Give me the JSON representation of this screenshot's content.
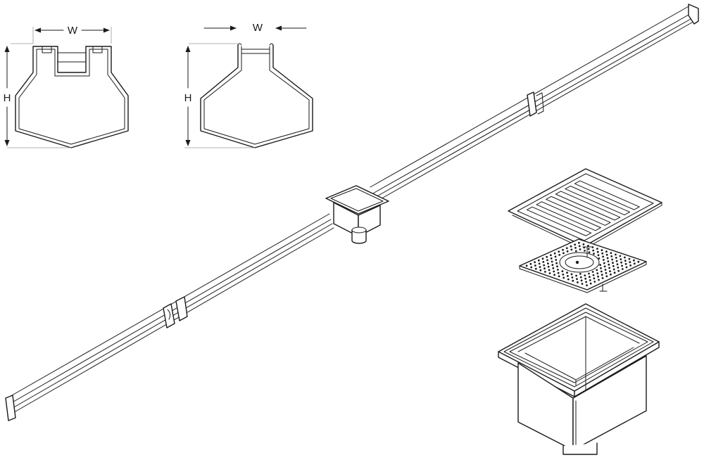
{
  "profile_a": {
    "width_label": "W",
    "height_label": "H"
  },
  "profile_b": {
    "width_label": "W",
    "height_label": "H"
  },
  "colors": {
    "line": "#1a1a1a",
    "background": "#ffffff",
    "dimension_line": "#9a9a9a"
  }
}
